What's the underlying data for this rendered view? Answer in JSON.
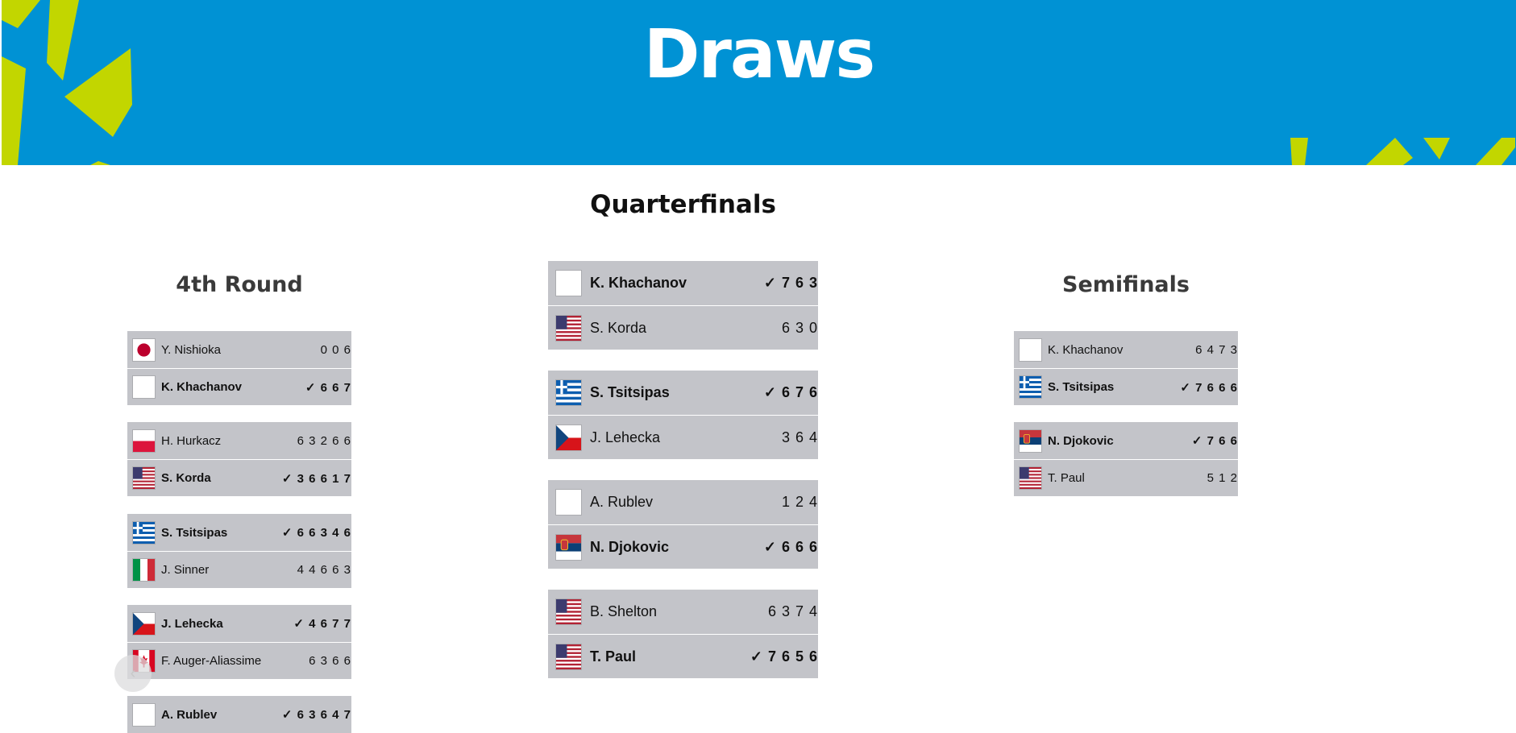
{
  "banner": {
    "title": "Draws",
    "accent_color": "#c2d600",
    "background_color": "#0092d4"
  },
  "page_title": "Quarterfinals",
  "columns": [
    {
      "title": "4th Round"
    },
    {
      "title": ""
    },
    {
      "title": "Semifinals"
    }
  ],
  "fourth_round": [
    {
      "players": [
        {
          "flag": "japan-flag",
          "name": "Y. Nishioka",
          "score": "0 0 6",
          "winner": false
        },
        {
          "flag": "no-flag",
          "name": "K. Khachanov",
          "score": "✓ 6 6 7",
          "winner": true
        }
      ]
    },
    {
      "players": [
        {
          "flag": "poland-flag",
          "name": "H. Hurkacz",
          "score": "6 3 2 6 6",
          "winner": false
        },
        {
          "flag": "usa-flag",
          "name": "S. Korda",
          "score": "✓ 3 6 6 1 7",
          "winner": true
        }
      ]
    },
    {
      "players": [
        {
          "flag": "greece-flag",
          "name": "S. Tsitsipas",
          "score": "✓ 6 6 3 4 6",
          "winner": true
        },
        {
          "flag": "italy-flag",
          "name": "J. Sinner",
          "score": "4 4 6 6 3",
          "winner": false
        }
      ]
    },
    {
      "players": [
        {
          "flag": "czech-flag",
          "name": "J. Lehecka",
          "score": "✓ 4 6 7 7",
          "winner": true
        },
        {
          "flag": "canada-flag",
          "name": "F. Auger-Aliassime",
          "score": "6 3 6 6",
          "winner": false
        }
      ]
    },
    {
      "players": [
        {
          "flag": "no-flag",
          "name": "A. Rublev",
          "score": "✓ 6 3 6 4 7",
          "winner": true
        }
      ]
    }
  ],
  "quarterfinals": [
    {
      "players": [
        {
          "flag": "no-flag",
          "name": "K. Khachanov",
          "score": "✓ 7 6 3",
          "winner": true
        },
        {
          "flag": "usa-flag",
          "name": "S. Korda",
          "score": "6 3 0",
          "winner": false
        }
      ]
    },
    {
      "players": [
        {
          "flag": "greece-flag",
          "name": "S. Tsitsipas",
          "score": "✓ 6 7 6",
          "winner": true
        },
        {
          "flag": "czech-flag",
          "name": "J. Lehecka",
          "score": "3 6 4",
          "winner": false
        }
      ]
    },
    {
      "players": [
        {
          "flag": "no-flag",
          "name": "A. Rublev",
          "score": "1 2 4",
          "winner": false
        },
        {
          "flag": "serbia-flag",
          "name": "N. Djokovic",
          "score": "✓ 6 6 6",
          "winner": true
        }
      ]
    },
    {
      "players": [
        {
          "flag": "usa-flag",
          "name": "B. Shelton",
          "score": "6 3 7 4",
          "winner": false
        },
        {
          "flag": "usa-flag",
          "name": "T. Paul",
          "score": "✓ 7 6 5 6",
          "winner": true
        }
      ]
    }
  ],
  "semifinals": [
    {
      "players": [
        {
          "flag": "no-flag",
          "name": "K. Khachanov",
          "score": "6 4 7 3",
          "winner": false
        },
        {
          "flag": "greece-flag",
          "name": "S. Tsitsipas",
          "score": "✓ 7 6 6 6",
          "winner": true
        }
      ]
    },
    {
      "players": [
        {
          "flag": "serbia-flag",
          "name": "N. Djokovic",
          "score": "✓ 7 6 6",
          "winner": true
        },
        {
          "flag": "usa-flag",
          "name": "T. Paul",
          "score": "5 1 2",
          "winner": false
        }
      ]
    }
  ],
  "nav": {
    "prev_icon": "chevron-left-icon",
    "prev_glyph": "‹"
  }
}
